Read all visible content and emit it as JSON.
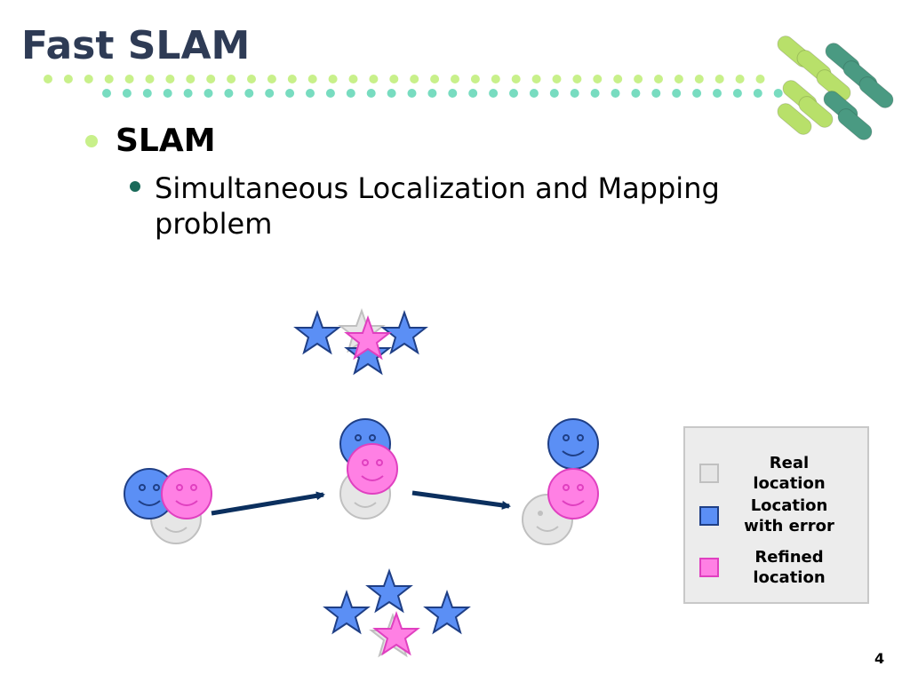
{
  "slide": {
    "title": "Fast SLAM",
    "bullet_level1": "SLAM",
    "bullet_level2": "Simultaneous Localization and Mapping problem",
    "page_number": "4"
  },
  "legend": {
    "items": [
      {
        "label": "Real location",
        "color": "#e6e6e6",
        "border": "#c0c0c0"
      },
      {
        "label": "Location with error",
        "color": "#5b8ff5",
        "border": "#1f3f86"
      },
      {
        "label": "Refined location",
        "color": "#ff80e4",
        "border": "#e040c0"
      }
    ]
  },
  "colors": {
    "title": "#2e3b55",
    "dots_light": "#c8f08a",
    "dots_teal": "#78dcc0",
    "arrow": "#0b2f5e",
    "real": "#e6e6e6",
    "error": "#5b8ff5",
    "refined": "#ff80e4"
  }
}
